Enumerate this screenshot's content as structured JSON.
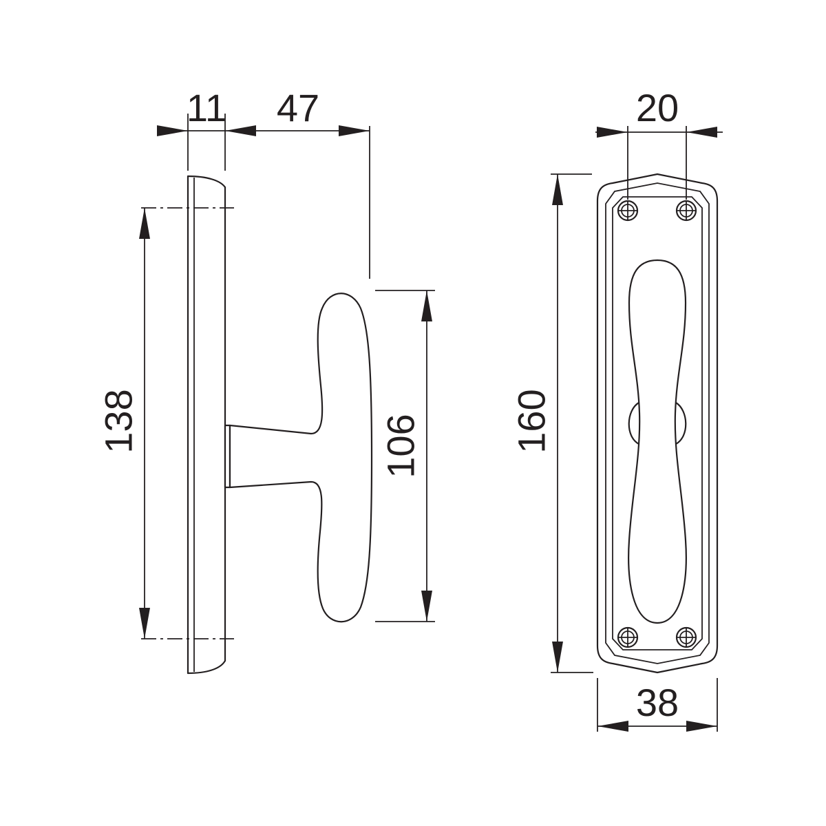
{
  "colors": {
    "line": "#231f20",
    "background": "#ffffff"
  },
  "dimensions": {
    "side_thickness": "11",
    "side_projection": "47",
    "side_hole_spacing": "138",
    "side_grip_length": "106",
    "front_screw_spacing": "20",
    "front_plate_length": "160",
    "front_plate_width": "38"
  }
}
